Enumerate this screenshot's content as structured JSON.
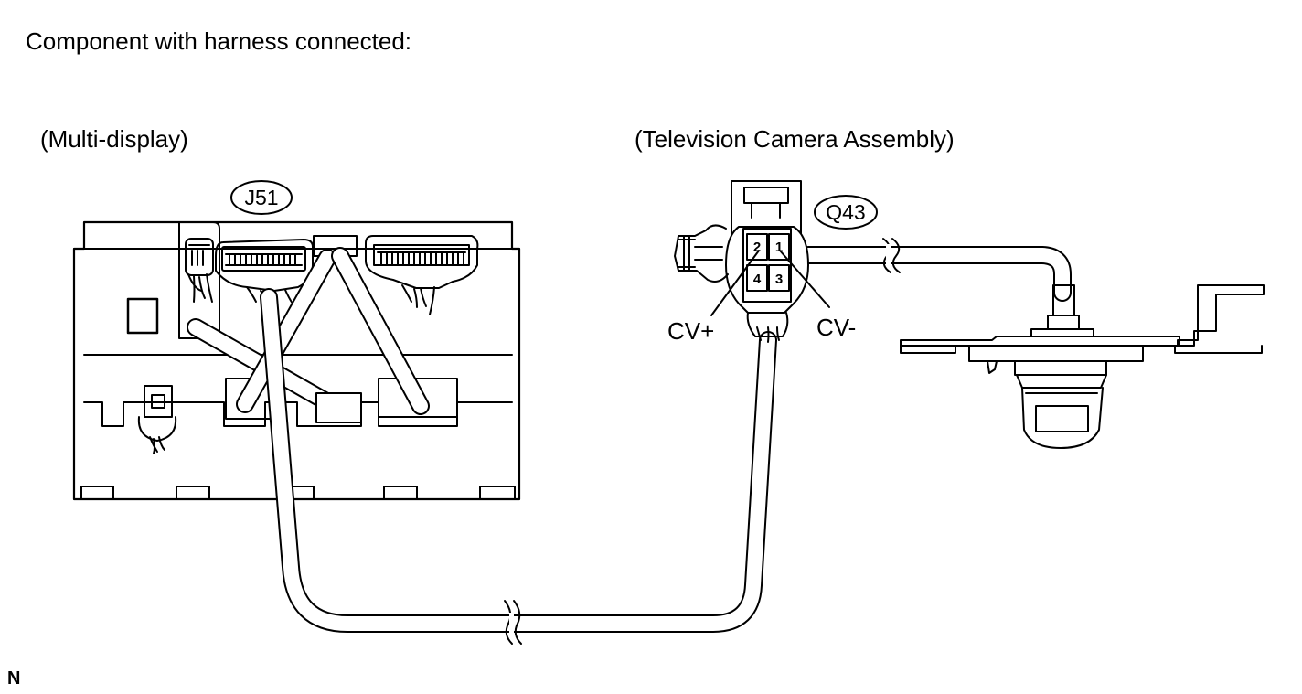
{
  "title": "Component with harness connected:",
  "components": {
    "multi_display": {
      "label": "(Multi-display)",
      "connector": "J51"
    },
    "camera": {
      "label": "(Television Camera Assembly)",
      "connector": "Q43"
    }
  },
  "pins": {
    "p1": "1",
    "p2": "2",
    "p3": "3",
    "p4": "4"
  },
  "terminals": {
    "cv_plus": "CV+",
    "cv_minus": "CV-"
  },
  "orientation_mark": "N"
}
